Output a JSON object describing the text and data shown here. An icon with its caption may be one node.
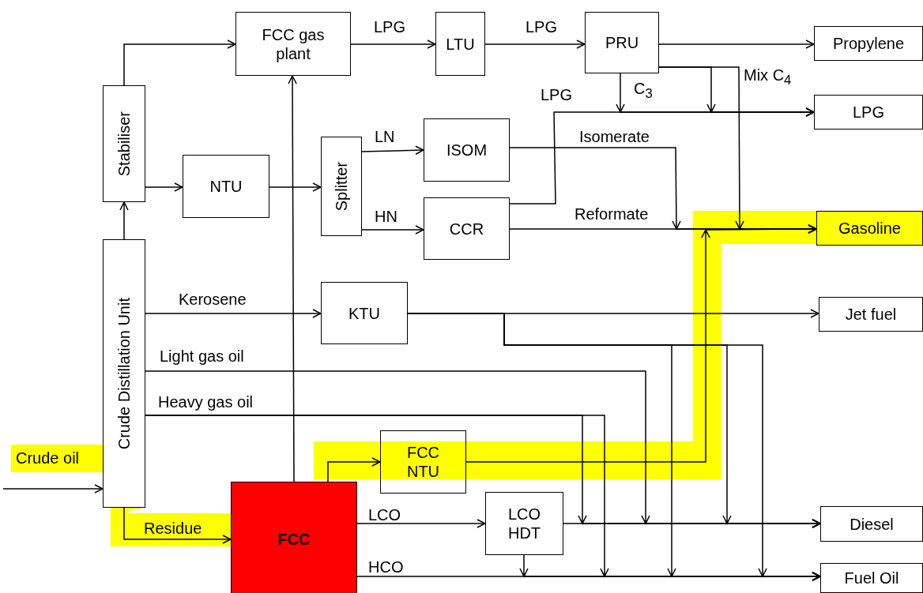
{
  "diagram": {
    "nodes": [
      {
        "text": [
          "Crude Distillation Unit"
        ]
      },
      {
        "text": [
          "Stabiliser"
        ]
      },
      {
        "text": [
          "FCC gas plant"
        ]
      },
      {
        "text": [
          "LTU"
        ]
      },
      {
        "text": [
          "PRU"
        ]
      },
      {
        "text": [
          "Propylene"
        ]
      },
      {
        "text": [
          "LPG"
        ]
      },
      {
        "text": [
          "NTU"
        ]
      },
      {
        "text": [
          "Splitter"
        ]
      },
      {
        "text": [
          "ISOM"
        ]
      },
      {
        "text": [
          "CCR"
        ]
      },
      {
        "text": [
          "Gasoline"
        ]
      },
      {
        "text": [
          "KTU"
        ]
      },
      {
        "text": [
          "Jet fuel"
        ]
      },
      {
        "text": [
          "FCC NTU"
        ]
      },
      {
        "text": [
          "FCC"
        ]
      },
      {
        "text": [
          "LCO HDT"
        ]
      },
      {
        "text": [
          "Diesel"
        ]
      },
      {
        "text": [
          "Fuel Oil"
        ]
      }
    ],
    "edges": [
      {
        "from": null,
        "to": 0,
        "arrow": "to",
        "label": "Crude oil"
      },
      {
        "from": 0,
        "to": 1,
        "arrow": "to"
      },
      {
        "from": 1,
        "to": 2,
        "arrow": "to"
      },
      {
        "from": 1,
        "to": 7,
        "arrow": "to"
      },
      {
        "from": 7,
        "to": 8,
        "arrow": "to"
      },
      {
        "from": 15,
        "to": 2,
        "arrow": "to"
      },
      {
        "from": 2,
        "to": 3,
        "arrow": "to",
        "label": "LPG"
      },
      {
        "from": 3,
        "to": 4,
        "arrow": "to",
        "label": "LPG"
      },
      {
        "from": 4,
        "to": 5,
        "arrow": "to"
      },
      {
        "from": 4,
        "to": 6,
        "arrow": "to",
        "label": "C$_{3}$"
      },
      {
        "from": 4,
        "to": 6,
        "arrow": "to"
      },
      {
        "from": 4,
        "to": 11,
        "arrow": "to",
        "label": "Mix C$_{4}$"
      },
      {
        "from": 10,
        "to": 6,
        "arrow": "to",
        "label": "LPG"
      },
      {
        "from": 8,
        "to": 9,
        "arrow": "to",
        "label": "LN"
      },
      {
        "from": 8,
        "to": 10,
        "arrow": "to",
        "label": "HN"
      },
      {
        "from": 9,
        "to": 11,
        "arrow": "to",
        "label": "Isomerate"
      },
      {
        "from": 10,
        "to": 11,
        "arrow": "to",
        "label": "Reformate"
      },
      {
        "from": 0,
        "to": 12,
        "arrow": "to",
        "label": "Kerosene"
      },
      {
        "from": 12,
        "to": 13,
        "arrow": "to"
      },
      {
        "from": 12,
        "to": 17,
        "arrow": "to"
      },
      {
        "from": 12,
        "to": 18,
        "arrow": "to"
      },
      {
        "from": 12,
        "to": 18,
        "arrow": "to"
      },
      {
        "from": 0,
        "to": 17,
        "arrow": "to",
        "label": "Light gas oil"
      },
      {
        "from": 0,
        "to": 17,
        "arrow": "to",
        "label": "Heavy gas oil"
      },
      {
        "from": 0,
        "to": 18,
        "arrow": "to"
      },
      {
        "from": 0,
        "to": 15,
        "arrow": "to",
        "label": "Residue"
      },
      {
        "from": 15,
        "to": 14,
        "arrow": "to"
      },
      {
        "from": 14,
        "to": 11,
        "arrow": "to"
      },
      {
        "from": 15,
        "to": 16,
        "arrow": "to",
        "label": "LCO"
      },
      {
        "from": 15,
        "to": 18,
        "arrow": "to",
        "label": "HCO"
      },
      {
        "from": 16,
        "to": 17,
        "arrow": "to"
      },
      {
        "from": 16,
        "to": 18,
        "arrow": "to"
      }
    ]
  }
}
